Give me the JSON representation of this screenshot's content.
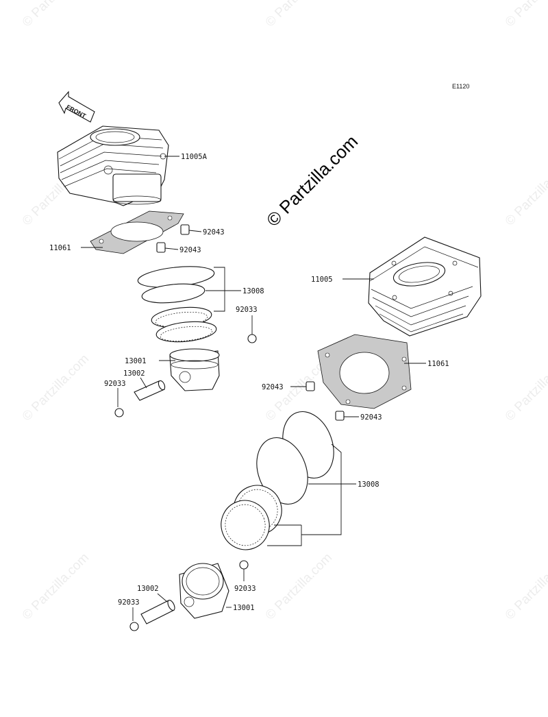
{
  "diagram_code": "E1120",
  "watermark": "© Partzilla.com",
  "front_arrow_label": "FRONT",
  "callouts": [
    {
      "id": "c1",
      "label": "11005A"
    },
    {
      "id": "c2",
      "label": "92043"
    },
    {
      "id": "c3",
      "label": "11061"
    },
    {
      "id": "c4",
      "label": "92043"
    },
    {
      "id": "c5",
      "label": "13008"
    },
    {
      "id": "c6",
      "label": "92033"
    },
    {
      "id": "c7",
      "label": "13001"
    },
    {
      "id": "c8",
      "label": "13002"
    },
    {
      "id": "c9",
      "label": "92033"
    },
    {
      "id": "c10",
      "label": "11005"
    },
    {
      "id": "c11",
      "label": "11061"
    },
    {
      "id": "c12",
      "label": "92043"
    },
    {
      "id": "c13",
      "label": "92043"
    },
    {
      "id": "c14",
      "label": "13008"
    },
    {
      "id": "c15",
      "label": "92033"
    },
    {
      "id": "c16",
      "label": "13002"
    },
    {
      "id": "c17",
      "label": "13001"
    },
    {
      "id": "c18",
      "label": "92033"
    }
  ]
}
